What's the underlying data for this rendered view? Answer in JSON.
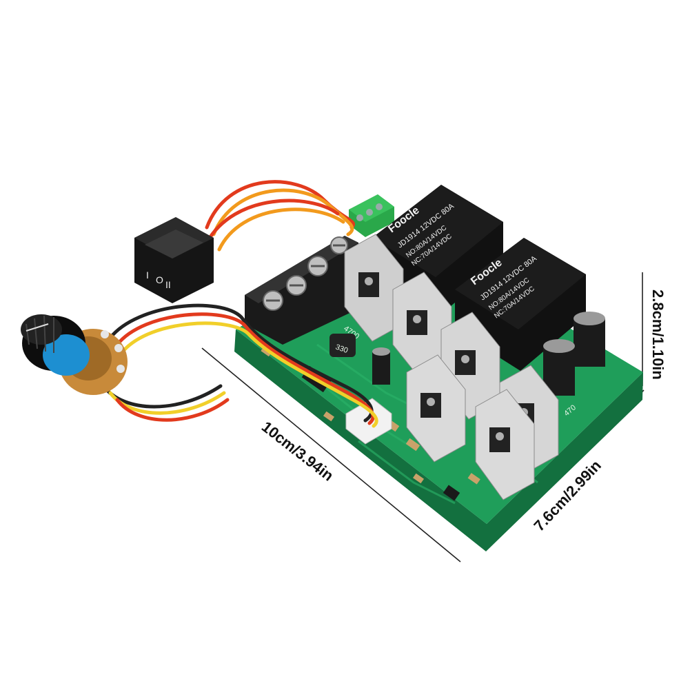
{
  "dimensions": {
    "length": "10cm/3.94in",
    "width": "7.6cm/2.99in",
    "height": "2.8cm/1.10in"
  },
  "relays": [
    {
      "brand": "Foocle",
      "model": "JD1914 12VDC 80A",
      "no_rating": "NO:80A/14VDC",
      "nc_rating": "NC:70A/14VDC"
    },
    {
      "brand": "Foocle",
      "model": "JD1914 12VDC 80A",
      "no_rating": "NO:80A/14VDC",
      "nc_rating": "NC:70A/14VDC"
    }
  ],
  "switch_labels": {
    "on": "I",
    "mid": "O",
    "off": "II"
  },
  "pcb_labels": {
    "resistor": "4700",
    "inductor": "330",
    "cap_mark": "470"
  },
  "colors": {
    "pcb": "#1f9e5a",
    "heatsink": "#d9d9d9",
    "relay": "#1c1c1c",
    "terminal_green": "#2aa84a",
    "knob": "#111111",
    "knob_ring": "#1d8fd1",
    "pot_body": "#c88a3a",
    "wire_red": "#e23a1d",
    "wire_orange": "#f29a1d",
    "wire_yellow": "#f1cf2a",
    "wire_black": "#222222"
  }
}
